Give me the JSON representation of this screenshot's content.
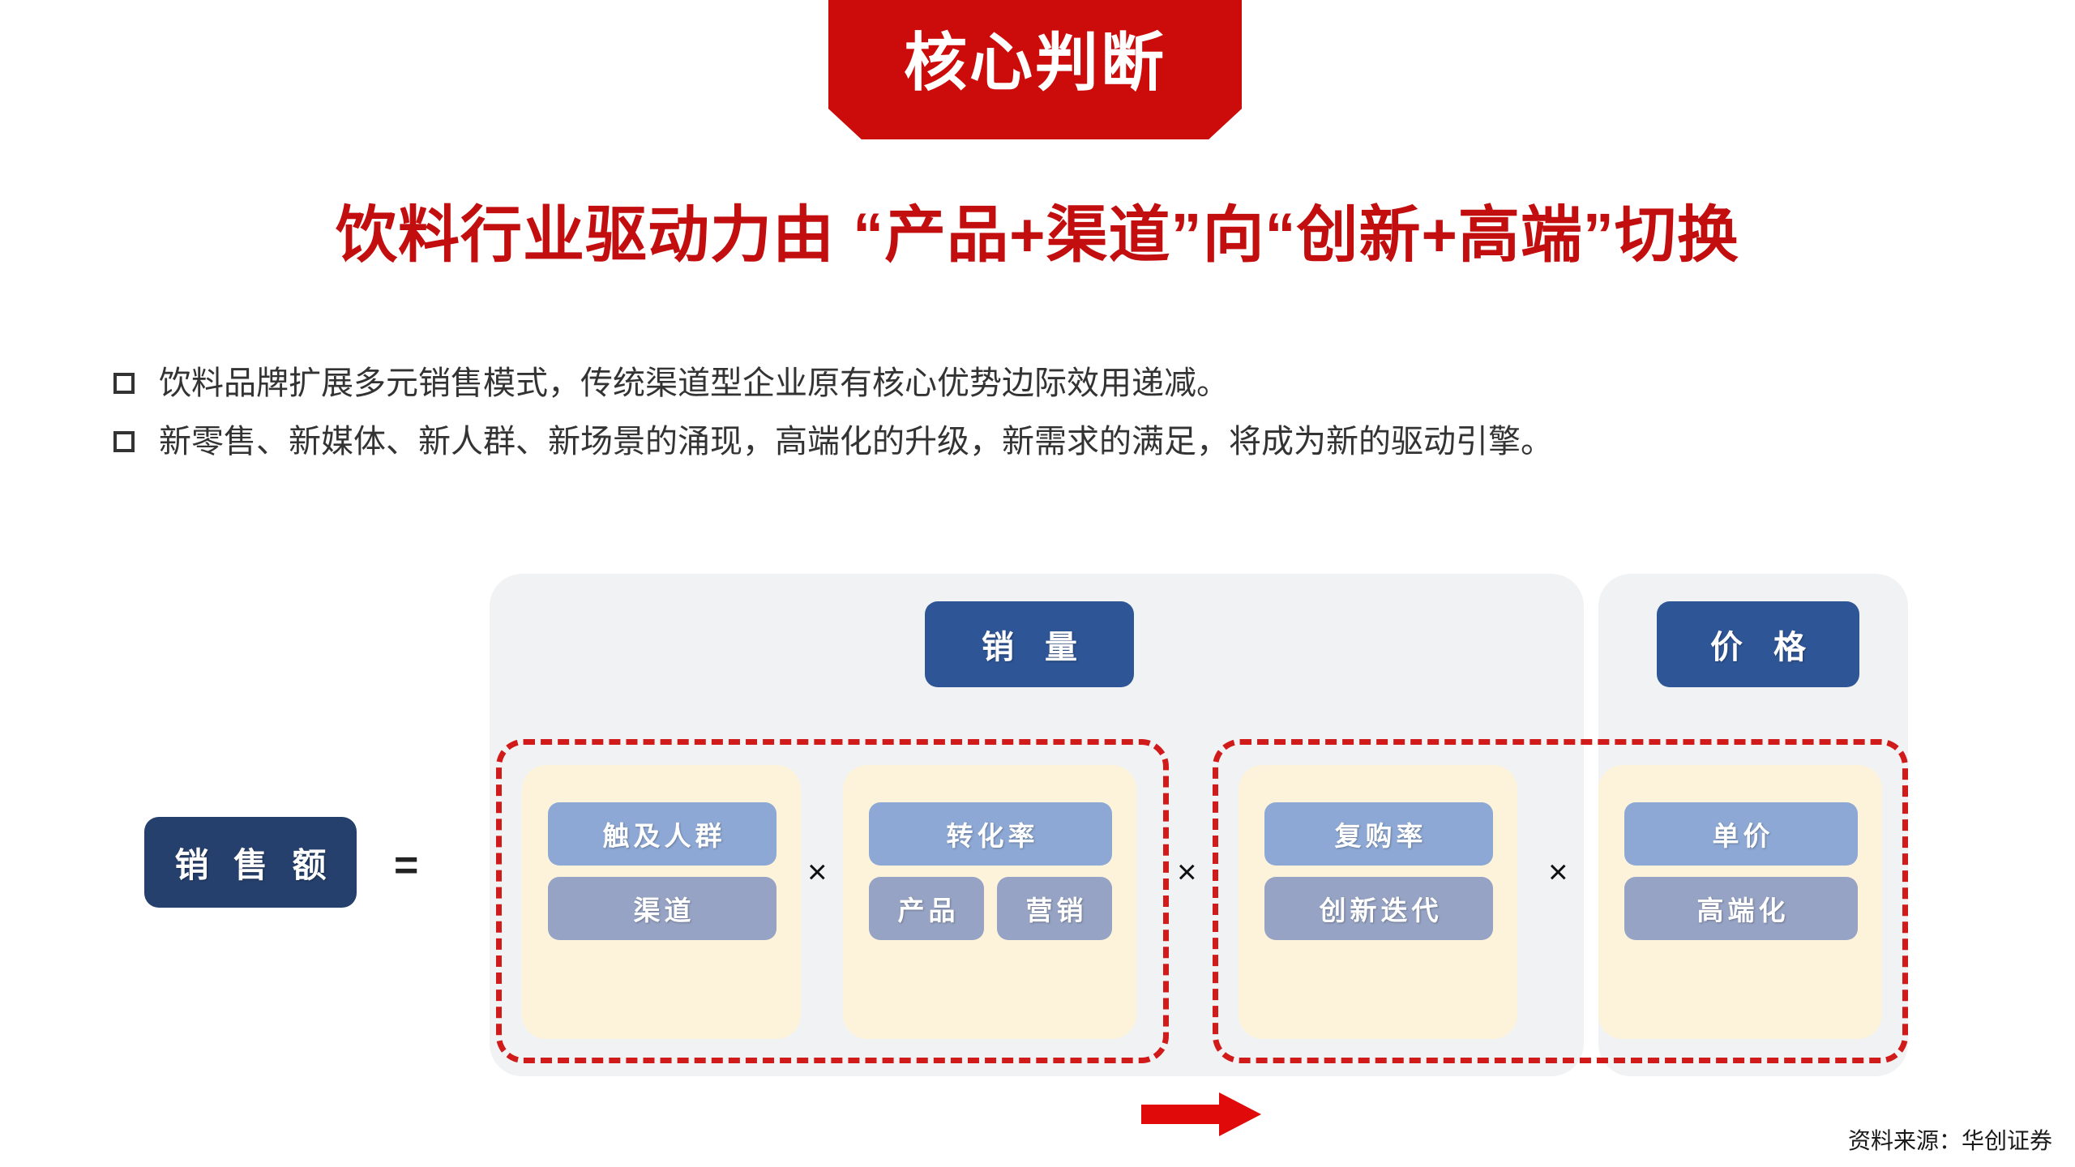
{
  "banner": {
    "label": "核心判断"
  },
  "title": {
    "text": "饮料行业驱动力由 “产品+渠道”向“创新+高端”切换"
  },
  "bullets": [
    {
      "marker": "square-outline",
      "text": "饮料品牌扩展多元销售模式，传统渠道型企业原有核心优势边际效用递减。"
    },
    {
      "marker": "square-outline",
      "text": "新零售、新媒体、新人群、新场景的涌现，高端化的升级，新需求的满足，将成为新的驱动引擎。"
    }
  ],
  "diagram": {
    "sales_label": "销 售 额",
    "equals": "=",
    "headers": {
      "volume": "销 量",
      "price": "价 格"
    },
    "multiply_symbols": {
      "first": "×",
      "second": "×",
      "third": "×"
    },
    "cells": [
      {
        "top": "触及人群",
        "bottom_left": "渠道",
        "bottom_right": ""
      },
      {
        "top": "转化率",
        "bottom_left": "产品",
        "bottom_right": "营销"
      },
      {
        "top": "复购率",
        "bottom_left": "创新迭代",
        "bottom_right": ""
      },
      {
        "top": "单价",
        "bottom_left": "高端化",
        "bottom_right": ""
      }
    ],
    "arrow": "right-arrow"
  },
  "source": {
    "text": "资料来源：华创证券"
  },
  "colors": {
    "banner_red": "#cc0b0b",
    "title_red": "#c20e0e",
    "dashed_red": "#d11a1a",
    "navy": "#26406e",
    "header_blue": "#2e5596",
    "inner_light_blue": "#8da8d4",
    "inner_dark_blue": "#96a3c4",
    "cream": "#fdf3db",
    "panel_grey": "#f1f2f3"
  }
}
